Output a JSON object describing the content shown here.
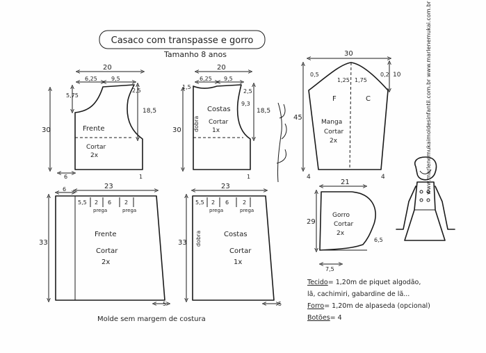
{
  "title": "Casaco com transpasse e gorro",
  "size": "Tamanho 8 anos",
  "signature": "Marlene Mukai",
  "website_vertical": "www.marlenemukaimoldesinfantil.com.br    www.marlenemukai.com.br",
  "front_bodice": {
    "width": "20",
    "neck_width": "6,25",
    "shoulder": "9,5",
    "neck_drop": "5,75",
    "shoulder_drop": "2,5",
    "armhole": "18,5",
    "height": "30",
    "side_ext": "6",
    "hem_mark": "1",
    "label": "Frente",
    "cut": "Cortar",
    "qty": "2x"
  },
  "back_bodice": {
    "width": "20",
    "neck_width": "6,25",
    "shoulder": "9,5",
    "neck_drop": "1,5",
    "shoulder_drop": "2,5",
    "curve": "9,3",
    "armhole": "18,5",
    "height": "30",
    "fold": "dobra",
    "label": "Costas",
    "cut": "Cortar",
    "qty": "1x",
    "hem_mark": "1"
  },
  "sleeve": {
    "width": "30",
    "cap_left": "0,5",
    "cap_mid1": "1,25",
    "cap_mid2": "1,75",
    "cap_right": "0,2",
    "cap_height": "10",
    "length": "45",
    "front_mark": "F",
    "back_mark": "C",
    "label": "Manga",
    "cut": "Cortar",
    "qty": "2x",
    "hem_left": "4",
    "hem_right": "4"
  },
  "front_skirt": {
    "width": "23",
    "left_ext": "6",
    "m1": "5,5",
    "m2": "2",
    "m3": "6",
    "m4": "2",
    "pleat": "prega",
    "height": "33",
    "label": "Frente",
    "cut": "Cortar",
    "qty": "2x",
    "hem": "5"
  },
  "back_skirt": {
    "width": "23",
    "m1": "5,5",
    "m2": "2",
    "m3": "6",
    "m4": "2",
    "pleat": "prega",
    "height": "33",
    "fold": "dobra",
    "label": "Costas",
    "cut": "Cortar",
    "qty": "1x",
    "hem": "5"
  },
  "hood": {
    "width": "21",
    "height": "29",
    "label": "Gorro",
    "cut": "Cortar",
    "qty": "2x",
    "bottom": "7,5",
    "notch": "6,5"
  },
  "footer_note": "Molde sem margem de costura",
  "materials": [
    {
      "label": "Tecido",
      "text": "= 1,20m  de  piquet algodão,"
    },
    {
      "label": "",
      "text": "lã, cachimiri, gabardine de lã..."
    },
    {
      "label": "Forro",
      "text": "= 1,20m  de alpaseda (opcional)"
    },
    {
      "label": "Botões",
      "text": "= 4"
    }
  ]
}
